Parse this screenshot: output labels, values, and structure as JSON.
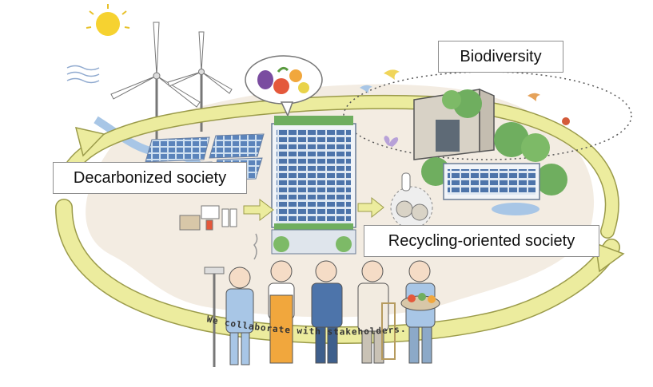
{
  "labels": {
    "biodiversity": "Biodiversity",
    "decarbonized": "Decarbonized society",
    "recycling": "Recycling-oriented society"
  },
  "banner": {
    "text": "We collaborate with stakeholders."
  },
  "colors": {
    "arrow_yellow": "#ecec9e",
    "arrow_outline": "#9b9b4a",
    "ground": "#f2ebe0",
    "building_blue": "#4d74aa",
    "tree_green": "#6fae5f",
    "sun": "#f6d230"
  },
  "icons": [
    "sun-icon",
    "wind-turbine-icon",
    "solar-panel-icon",
    "food-bubble-icon",
    "recycle-icon",
    "bird-icon",
    "butterfly-icon"
  ]
}
